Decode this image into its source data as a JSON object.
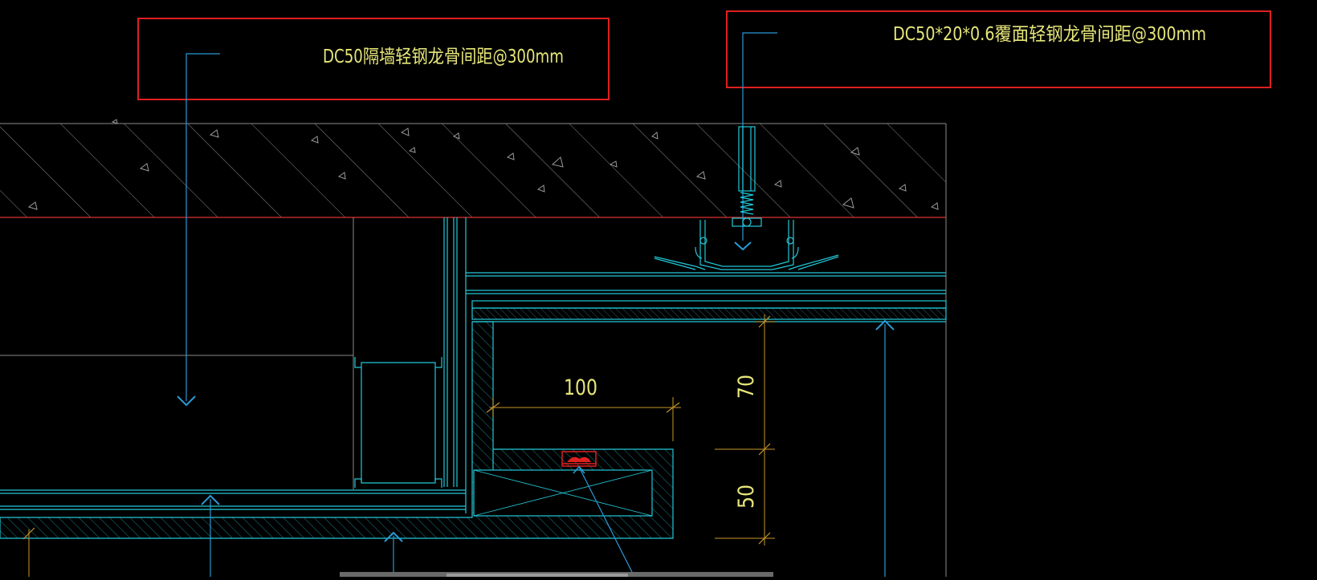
{
  "annotations": {
    "left_label": "DC50隔墙轻钢龙骨间距@300mm",
    "right_label": "DC50*20*0.6覆面轻钢龙骨间距@300mm"
  },
  "dimensions": {
    "width_100": "100",
    "height_70": "70",
    "height_50": "50"
  },
  "colors": {
    "background": "#000000",
    "highlight_box": "#e02020",
    "annotation_text": "#e6e67a",
    "dimension_text": "#e6e67a",
    "dimension_line": "#c8962a",
    "construction_line": "#22c8d8",
    "leader_line": "#2a9ad6",
    "hatch_line": "#909090",
    "slab_bottom_line": "#e03030",
    "component_red": "#e02020"
  }
}
